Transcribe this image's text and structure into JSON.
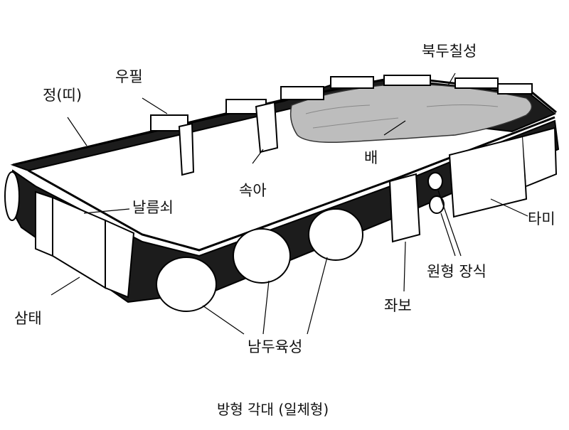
{
  "labels": {
    "jeong": "정(띠)",
    "upil": "우필",
    "bukduchilseong": "북두칠성",
    "soga": "속아",
    "bae": "배",
    "nalleumsoe": "날름쇠",
    "tami": "타미",
    "wonhyeong_jangsik": "원형 장식",
    "samtae": "삼태",
    "jwabo": "좌보",
    "namduyukseong": "남두육성"
  },
  "caption": "방형 각대 (일체형)",
  "colors": {
    "band": "#1c1c1c",
    "lining": "#bdbdbd",
    "plate": "#ffffff",
    "outline": "#000000"
  }
}
